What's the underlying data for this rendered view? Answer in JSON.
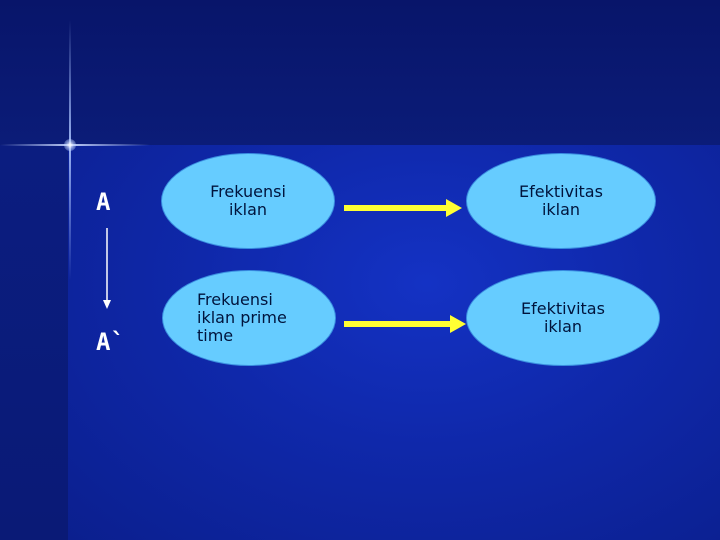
{
  "labels": {
    "top": "A",
    "bottom": "A`"
  },
  "nodes": {
    "row1_left": "Frekuensi iklan",
    "row1_right": "Efektivitas iklan",
    "row2_left": "Frekuensi iklan prime time",
    "row2_right": "Efektivitas iklan"
  },
  "colors": {
    "ellipse_fill": "#66ccff",
    "arrow": "#ffff33",
    "background": "#0f28aa"
  }
}
